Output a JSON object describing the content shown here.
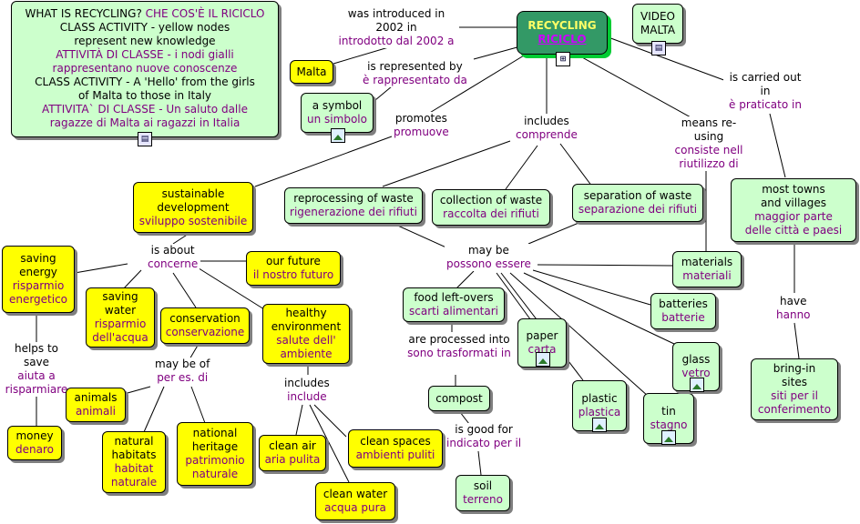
{
  "intro": {
    "lines": [
      {
        "text": "WHAT IS RECYCLING? ",
        "it": "CHE COS'È IL RICICLO"
      },
      {
        "text": "CLASS ACTIVITY -  yellow nodes",
        "it": ""
      },
      {
        "text": "represent new knowledge",
        "it": ""
      },
      {
        "text": "",
        "it": "ATTIVITÀ DI CLASSE - i nodi gialli"
      },
      {
        "text": "",
        "it": "rappresentano nuove conoscenze"
      },
      {
        "text": "CLASS ACTIVITY - A 'Hello' from the girls",
        "it": ""
      },
      {
        "text": "of Malta to those in Italy",
        "it": ""
      },
      {
        "text": "",
        "it": "ATTIVITA` DI CLASSE - Un saluto dalle"
      },
      {
        "text": "",
        "it": "ragazze di Malta ai ragazzi in Italia"
      }
    ],
    "icon": "video-icon"
  },
  "main": {
    "en": "RECYCLING",
    "it": "RICICLO",
    "icon": "concept-map-icon"
  },
  "video": {
    "line1": "VIDEO",
    "line2": "MALTA",
    "icon": "video-icon"
  },
  "nodes": {
    "malta": {
      "en": "Malta"
    },
    "symbol": {
      "en": "a symbol",
      "it": "un simbolo",
      "icon": "image-icon"
    },
    "sustainable": {
      "en": "sustainable development",
      "it": "sviluppo sostenibile"
    },
    "reprocessing": {
      "en": "reprocessing of waste",
      "it": "rigenerazione dei rifiuti"
    },
    "collection": {
      "en": "collection of waste",
      "it": "raccolta dei rifiuti"
    },
    "separation": {
      "en": "separation of waste",
      "it": "separazione dei rifiuti"
    },
    "towns": {
      "en": "most towns and villages",
      "it": "maggior parte delle città e paesi"
    },
    "energy": {
      "en": "saving energy",
      "it": "risparmio energetico"
    },
    "future": {
      "en": "our future",
      "it": "il nostro futuro"
    },
    "water": {
      "en": "saving water",
      "it": "risparmio dell'acqua"
    },
    "conservation": {
      "en": "conservation",
      "it": "conservazione"
    },
    "healthy": {
      "en": "healthy environment",
      "it": "salute dell' ambiente"
    },
    "animals": {
      "en": "animals",
      "it": "animali"
    },
    "habitats": {
      "en": "natural habitats",
      "it": "habitat naturale"
    },
    "heritage": {
      "en": "national heritage",
      "it": "patrimonio naturale"
    },
    "money": {
      "en": "money",
      "it": "denaro"
    },
    "air": {
      "en": "clean air",
      "it": "aria pulita"
    },
    "spaces": {
      "en": "clean spaces",
      "it": "ambienti puliti"
    },
    "cleanwater": {
      "en": "clean water",
      "it": "acqua pura"
    },
    "food": {
      "en": "food left-overs",
      "it": "scarti alimentari"
    },
    "compost": {
      "en": "compost"
    },
    "soil": {
      "en": "soil",
      "it": "terreno"
    },
    "paper": {
      "en": "paper",
      "it": "carta",
      "icon": "image-icon"
    },
    "plastic": {
      "en": "plastic",
      "it": "plastica",
      "icon": "image-icon"
    },
    "tin": {
      "en": "tin",
      "it": "stagno",
      "icon": "image-icon"
    },
    "glass": {
      "en": "glass",
      "it": "vetro",
      "icon": "image-icon"
    },
    "batteries": {
      "en": "batteries",
      "it": "batterie"
    },
    "materials": {
      "en": "materials",
      "it": "materiali"
    },
    "sites": {
      "en": "bring-in sites",
      "it": "siti per il conferimento"
    }
  },
  "links": {
    "introduced": {
      "en": "was introduced in 2002 in",
      "it": "introdotto dal 2002 a"
    },
    "represented": {
      "en": "is represented by",
      "it": "è rappresentato da"
    },
    "promotes": {
      "en": "promotes",
      "it": "promuove"
    },
    "includes1": {
      "en": "includes",
      "it": "comprende"
    },
    "means": {
      "en": "means re-using",
      "it": "consiste nell riutilizzo di"
    },
    "carried": {
      "en": "is carried out in",
      "it": "è praticato in"
    },
    "about": {
      "en": "is about",
      "it": "concerne"
    },
    "maybe": {
      "en": "may be",
      "it": "possono essere"
    },
    "have": {
      "en": "have",
      "it": "hanno"
    },
    "helps": {
      "en": "helps to save",
      "it": "aiuta a risparmiare"
    },
    "maybeof": {
      "en": "may be of",
      "it": "per es. di"
    },
    "includes2": {
      "en": "includes",
      "it": "include"
    },
    "processed": {
      "en": "are processed into",
      "it": "sono trasformati in"
    },
    "goodfor": {
      "en": "is good for",
      "it": "indicato per il"
    }
  }
}
